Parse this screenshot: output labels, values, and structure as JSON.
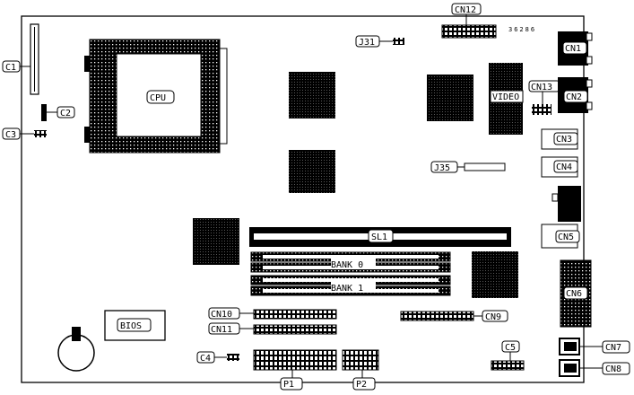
{
  "board_id": "36286",
  "cpu_label": "CPU",
  "video_label": "VIDEO",
  "bios_label": "BIOS",
  "slot_label": "SL1",
  "bank0_label": "BANK 0",
  "bank1_label": "BANK 1",
  "callouts": {
    "C1": "C1",
    "C2": "C2",
    "C3": "C3",
    "C4": "C4",
    "C5": "C5",
    "J31": "J31",
    "J35": "J35",
    "CN1": "CN1",
    "CN2": "CN2",
    "CN3": "CN3",
    "CN4": "CN4",
    "CN5": "CN5",
    "CN6": "CN6",
    "CN7": "CN7",
    "CN8": "CN8",
    "CN9": "CN9",
    "CN10": "CN10",
    "CN11": "CN11",
    "CN12": "CN12",
    "CN13": "CN13",
    "P1": "P1",
    "P2": "P2"
  }
}
